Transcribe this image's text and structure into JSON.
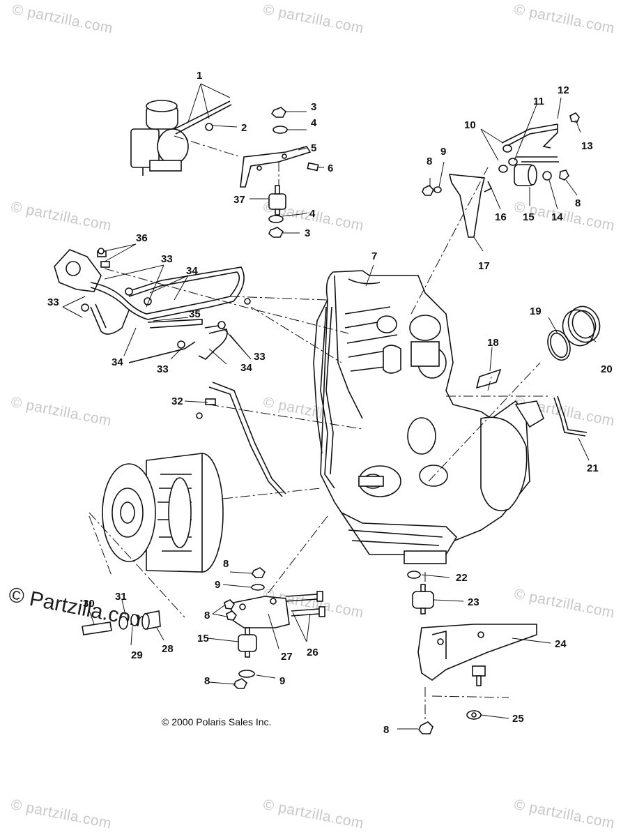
{
  "diagram": {
    "copyright": "© 2000 Polaris Sales Inc.",
    "watermark": "© Partzilla.com",
    "watermark_small": "© partzilla.com"
  },
  "callouts": {
    "c1": "1",
    "c2": "2",
    "c3a": "3",
    "c4a": "4",
    "c5": "5",
    "c6": "6",
    "c37": "37",
    "c4b": "4",
    "c3b": "3",
    "c7": "7",
    "c8a": "8",
    "c9a": "9",
    "c10": "10",
    "c11": "11",
    "c12": "12",
    "c13": "13",
    "c8b": "8",
    "c14": "14",
    "c15a": "15",
    "c16": "16",
    "c17": "17",
    "c36": "36",
    "c33a": "33",
    "c34a": "34",
    "c33b": "33",
    "c35": "35",
    "c33c": "33",
    "c34b": "34",
    "c33d": "33",
    "c34c": "34",
    "c19": "19",
    "c20": "20",
    "c18": "18",
    "c32": "32",
    "c21": "21",
    "c8c": "8",
    "c9b": "9",
    "c22": "22",
    "c23": "23",
    "c8d": "8",
    "c30": "30",
    "c31": "31",
    "c29": "29",
    "c28": "28",
    "c15b": "15",
    "c27": "27",
    "c26": "26",
    "c24": "24",
    "c8e": "8",
    "c9c": "9",
    "c25": "25",
    "c8f": "8"
  }
}
